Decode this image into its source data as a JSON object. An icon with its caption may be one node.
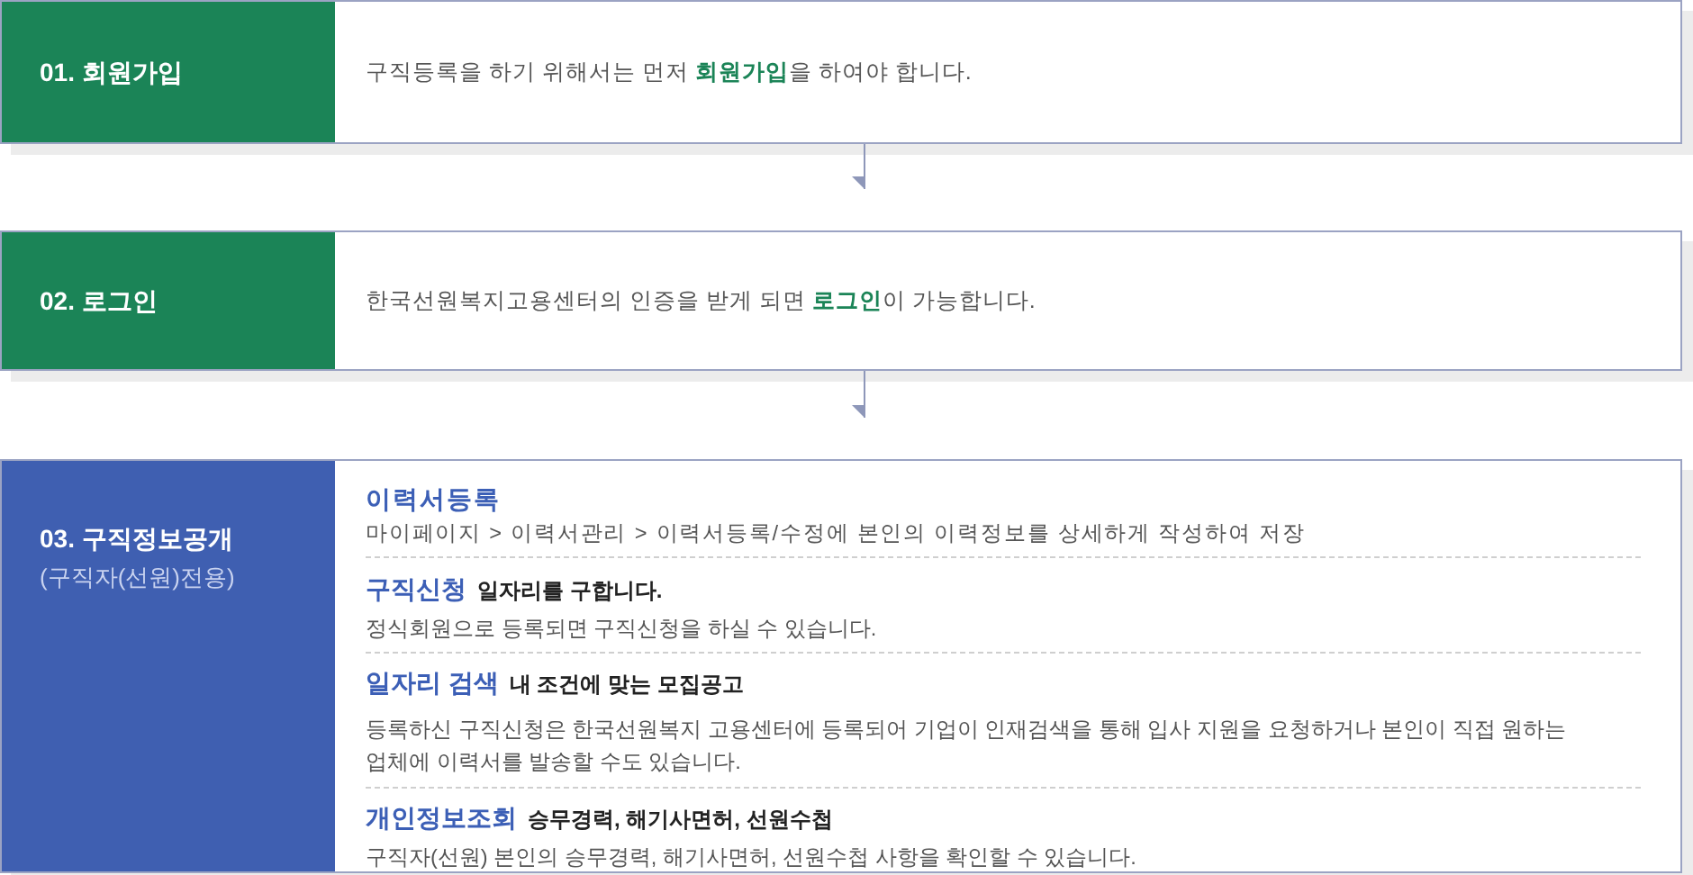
{
  "diagram": {
    "nodes": [
      {
        "text": [
          "01. 회원가입",
          "구직등록을 하기 위해서는 먼저 **회원가입**을 하여야 합니다."
        ]
      },
      {
        "text": [
          "02. 로그인",
          "한국선원복지고용센터의 인증을 받게 되면 **로그인**이 가능합니다."
        ]
      },
      {
        "text": [
          "03. 구직정보공개",
          "(구직자(선원)전용)"
        ]
      },
      {
        "text": [
          "이력서등록",
          "마이페이지 > 이력서관리 > 이력서등록/수정에 본인의 이력정보를 상세하게 작성하여 저장"
        ],
        "in": 2
      },
      {
        "text": [
          "구직신청",
          "일자리를 구합니다.",
          "정식회원으로 등록되면 구직신청을 하실 수 있습니다."
        ],
        "in": 2
      },
      {
        "text": [
          "일자리 검색",
          "내 조건에 맞는 모집공고",
          "등록하신 구직신청은 한국선원복지 고용센터에 등록되어 기업이 인재검색을 통해 입사 지원을 요청하거나 본인이 직접 원하는 업체에 이력서를 발송할 수도 있습니다."
        ],
        "in": 2
      },
      {
        "text": [
          "개인정보조회",
          "승무경력, 해기사면허, 선원수첩",
          "구직자(선원) 본인의 승무경력, 해기사면허, 선원수첩 사항을 확인할 수 있습니다."
        ],
        "in": 2
      }
    ],
    "edges": [
      {
        "from": 0,
        "to": 1,
        "arrow": "to"
      },
      {
        "from": 1,
        "to": 2,
        "arrow": "to"
      }
    ]
  }
}
